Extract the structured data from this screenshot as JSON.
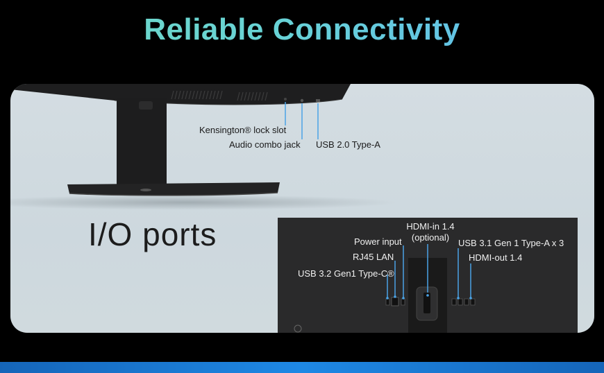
{
  "title": "Reliable Connectivity",
  "io_title": "I/O ports",
  "side_ports": {
    "kensington": "Kensington® lock slot",
    "audio": "Audio combo jack",
    "usb20": "USB 2.0 Type-A"
  },
  "rear_ports": {
    "hdmi_in_line1": "HDMI-in 1.4",
    "hdmi_in_line2": "(optional)",
    "power": "Power input",
    "usb31": "USB 3.1 Gen 1 Type-A x 3",
    "rj45": "RJ45 LAN",
    "hdmi_out": "HDMI-out 1.4",
    "usbc": "USB 3.2 Gen1 Type-C®"
  },
  "colors": {
    "title_gradient_start": "#6fd9c2",
    "title_gradient_end": "#5fb8ef",
    "callout_line": "#4aa3e6",
    "panel_bg": "#d0dade"
  }
}
